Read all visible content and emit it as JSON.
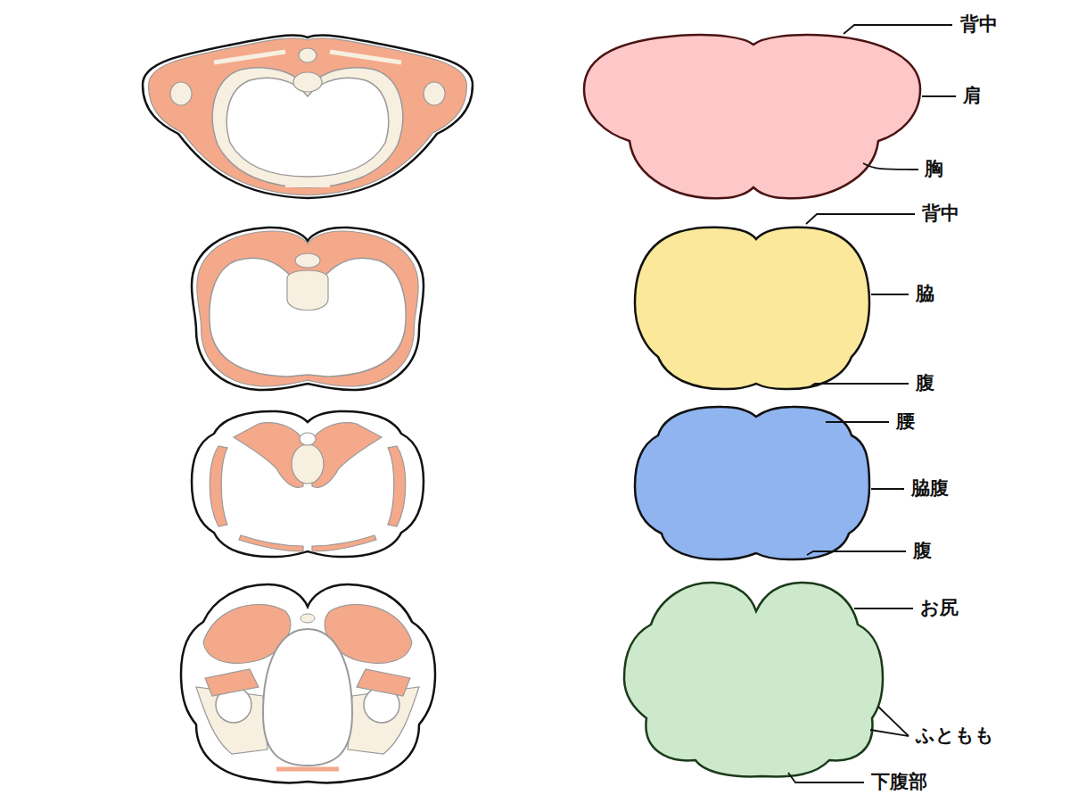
{
  "diagram": {
    "labels": [
      "背中",
      "肩",
      "胸",
      "背中",
      "脇",
      "腹",
      "腰",
      "脇腹",
      "腹",
      "お尻",
      "ふともも",
      "下腹部"
    ]
  }
}
